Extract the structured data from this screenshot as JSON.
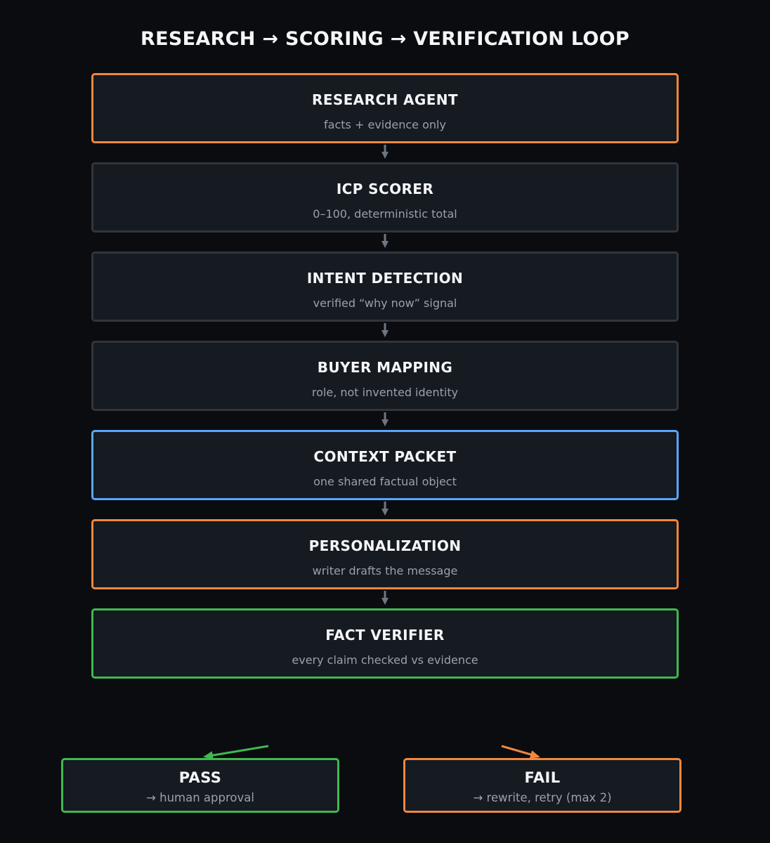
{
  "title": "RESEARCH → SCORING → VERIFICATION LOOP",
  "colors": {
    "background": "#0b0c10",
    "box_fill": "#161a21",
    "neutral_border": "#30353c",
    "orange": "#f0883e",
    "blue": "#58a6ff",
    "green": "#3fb950",
    "arrow": "#6e7681"
  },
  "stages": [
    {
      "name": "RESEARCH AGENT",
      "desc": "facts + evidence only",
      "accent": "orange"
    },
    {
      "name": "ICP SCORER",
      "desc": "0–100, deterministic total",
      "accent": "neutral"
    },
    {
      "name": "INTENT DETECTION",
      "desc": "verified “why now” signal",
      "accent": "neutral"
    },
    {
      "name": "BUYER MAPPING",
      "desc": "role, not invented identity",
      "accent": "neutral"
    },
    {
      "name": "CONTEXT PACKET",
      "desc": "one shared factual object",
      "accent": "blue"
    },
    {
      "name": "PERSONALIZATION",
      "desc": "writer drafts the message",
      "accent": "orange"
    },
    {
      "name": "FACT VERIFIER",
      "desc": "every claim checked vs evidence",
      "accent": "green"
    }
  ],
  "outcomes": {
    "pass": {
      "name": "PASS",
      "desc": "→ human approval",
      "accent": "green"
    },
    "fail": {
      "name": "FAIL",
      "desc": "→ rewrite, retry (max 2)",
      "accent": "orange"
    }
  }
}
